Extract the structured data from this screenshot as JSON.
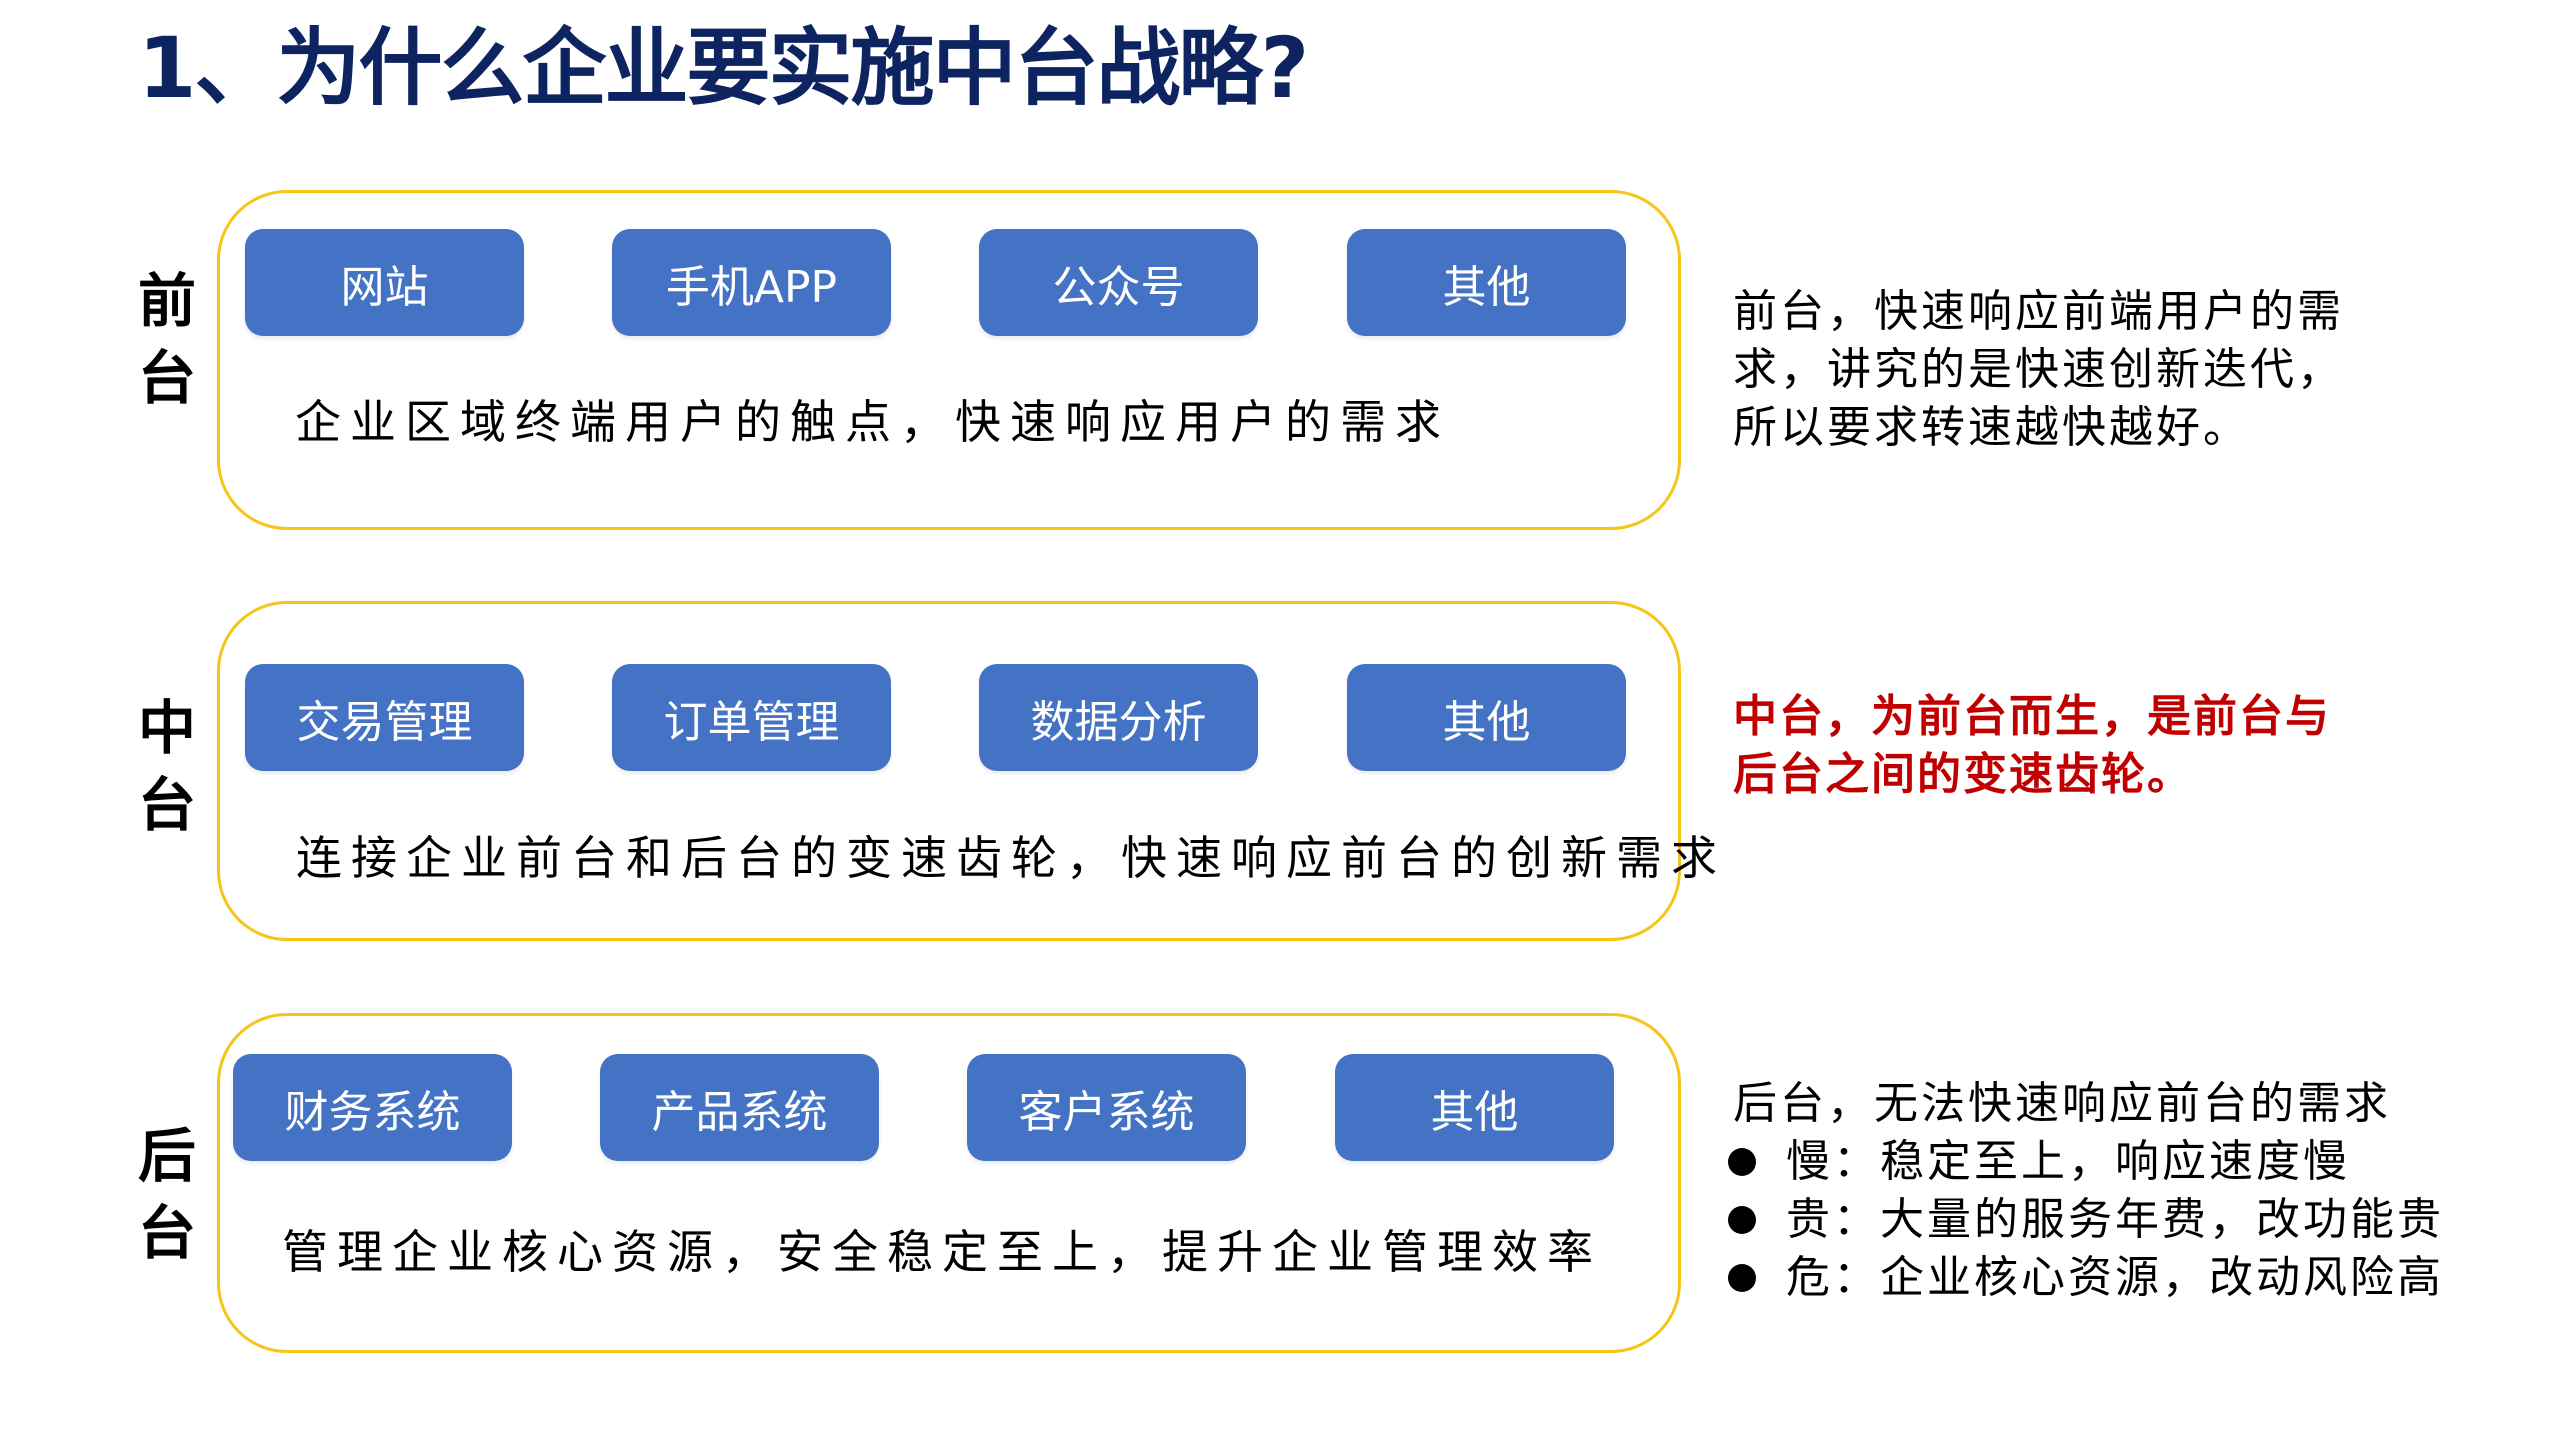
{
  "title": "1、为什么企业要实施中台战略?",
  "layers": [
    {
      "label_chars": [
        "前",
        "台"
      ],
      "buttons": [
        "网站",
        "手机APP",
        "公众号",
        "其他"
      ],
      "description": "企业区域终端用户的触点，快速响应用户的需求"
    },
    {
      "label_chars": [
        "中",
        "台"
      ],
      "buttons": [
        "交易管理",
        "订单管理",
        "数据分析",
        "其他"
      ],
      "description": "连接企业前台和后台的变速齿轮，快速响应前台的创新需求"
    },
    {
      "label_chars": [
        "后",
        "台"
      ],
      "buttons": [
        "财务系统",
        "产品系统",
        "客户系统",
        "其他"
      ],
      "description": "管理企业核心资源，安全稳定至上，提升企业管理效率"
    }
  ],
  "notes": {
    "front": {
      "lines": [
        "前台，快速响应前端用户的需",
        "求，讲究的是快速创新迭代，",
        "所以要求转速越快越好。"
      ]
    },
    "middle": {
      "lines": [
        "中台，为前台而生，是前台与",
        "后台之间的变速齿轮。"
      ],
      "color": "#C00000"
    },
    "back": {
      "intro": "后台，无法快速响应前台的需求",
      "bullets": [
        "慢：稳定至上，响应速度慢",
        "贵：大量的服务年费，改功能贵",
        "危：企业核心资源，改动风险高"
      ]
    }
  },
  "colors": {
    "title": "#0E2460",
    "button": "#4472C4",
    "box_border": "#F5C518",
    "highlight": "#C00000"
  }
}
